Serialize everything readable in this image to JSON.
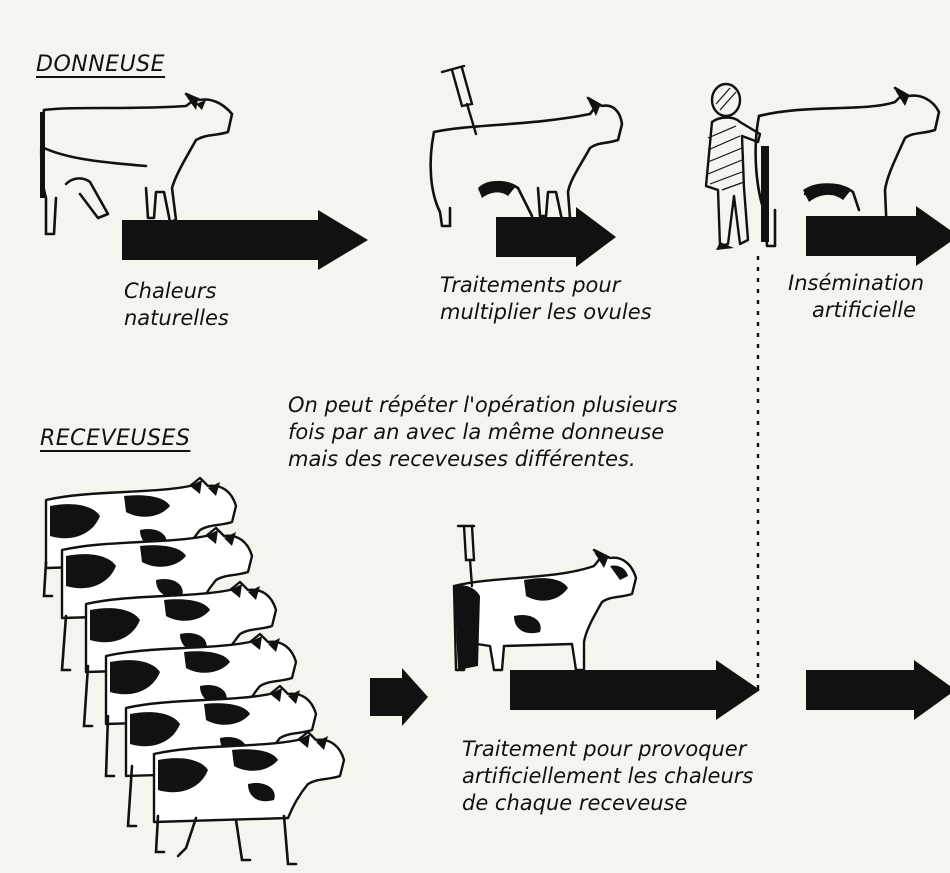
{
  "sections": {
    "donor": {
      "heading": "DONNEUSE"
    },
    "recipients": {
      "heading": "RECEVEUSES"
    }
  },
  "steps": {
    "natural_heat": {
      "label": [
        "Chaleurs",
        "naturelles"
      ]
    },
    "ovulation_treatment": {
      "label": [
        "Traitements pour",
        "multiplier les ovules"
      ]
    },
    "insemination": {
      "label": [
        "Insémination",
        "artificielle"
      ]
    },
    "heat_induction": {
      "label": [
        "Traitement pour provoquer",
        "artificiellement les chaleurs",
        "de chaque receveuse"
      ]
    }
  },
  "note": {
    "text": [
      "On peut répéter l'opération plusieurs",
      "fois par an avec la même donneuse",
      "mais des receveuses différentes."
    ]
  },
  "colors": {
    "ink": "#111111",
    "paper": "#f6f4ef"
  },
  "icons": [
    "cow-icon",
    "syringe-icon",
    "veterinarian-icon",
    "arrow-right-icon"
  ]
}
